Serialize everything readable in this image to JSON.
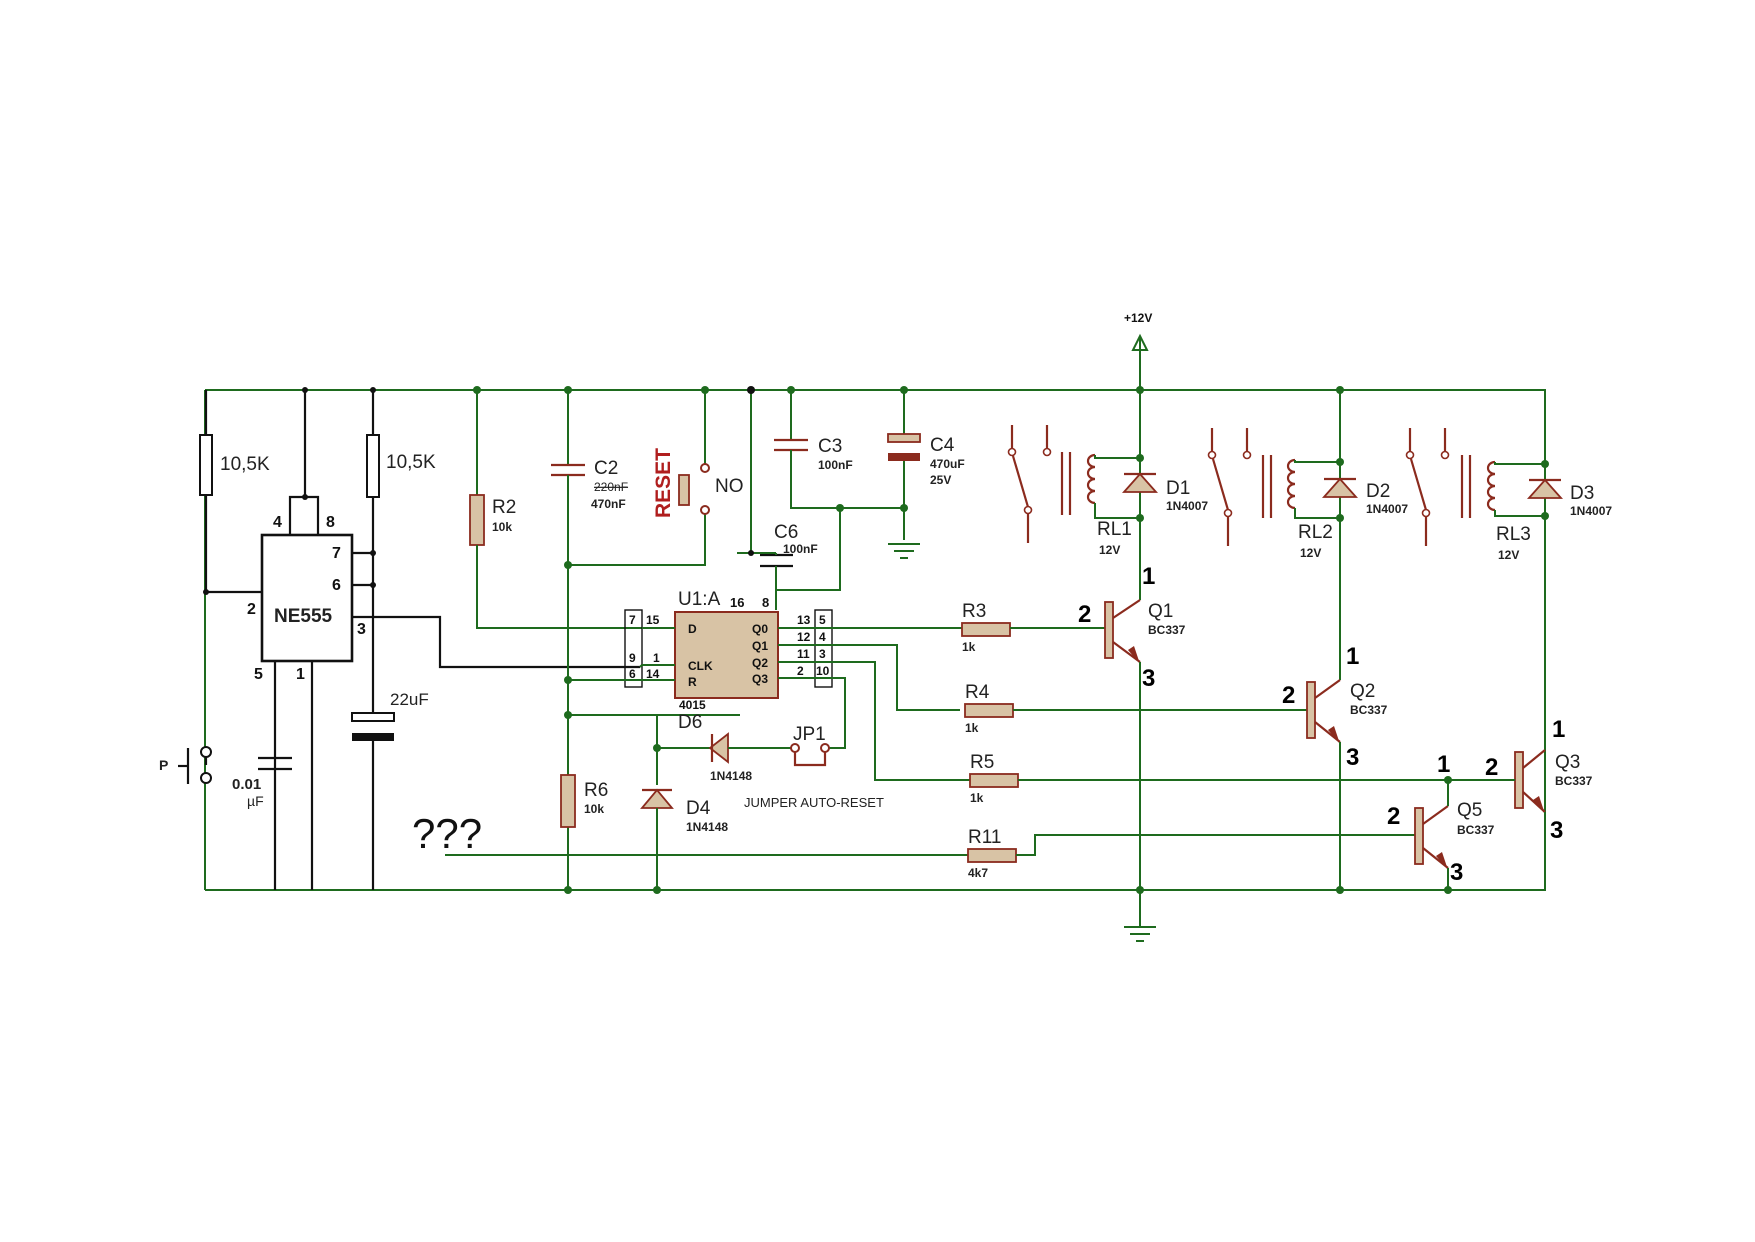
{
  "ne555": {
    "name": "NE555",
    "pins": [
      "4",
      "8",
      "7",
      "6",
      "2",
      "3",
      "5",
      "1"
    ],
    "r_top_left": "10,5K",
    "r_top_right": "10,5K",
    "cap_timing": "22uF",
    "cap_ctrl_value": "0.01",
    "cap_ctrl_unit": "µF",
    "button": "P"
  },
  "counter": {
    "name": "U1:A",
    "part": "4015",
    "pin_labels": [
      "D",
      "CLK",
      "R",
      "Q0",
      "Q1",
      "Q2",
      "Q3"
    ],
    "pin_nums_left": [
      "7",
      "15",
      "9",
      "1",
      "6",
      "14"
    ],
    "pin_nums_right": [
      "13",
      "5",
      "12",
      "4",
      "11",
      "3",
      "2",
      "10"
    ],
    "pin_top_16": "16",
    "pin_top_8": "8"
  },
  "components": {
    "r2": {
      "name": "R2",
      "value": "10k"
    },
    "c2": {
      "name": "C2",
      "value_struck": "220nF",
      "value": "470nF"
    },
    "reset": {
      "name": "RESET",
      "contact": "NO"
    },
    "c3": {
      "name": "C3",
      "value": "100nF"
    },
    "c4": {
      "name": "C4",
      "value": "470uF",
      "voltage": "25V"
    },
    "c6": {
      "name": "C6",
      "value": "100nF"
    },
    "r3": {
      "name": "R3",
      "value": "1k"
    },
    "r4": {
      "name": "R4",
      "value": "1k"
    },
    "r5": {
      "name": "R5",
      "value": "1k"
    },
    "r11": {
      "name": "R11",
      "value": "4k7"
    },
    "r6": {
      "name": "R6",
      "value": "10k"
    },
    "d4": {
      "name": "D4",
      "value": "1N4148"
    },
    "d6": {
      "name": "D6",
      "value": "1N4148"
    },
    "jp1": {
      "name": "JP1",
      "desc": "JUMPER AUTO-RESET"
    },
    "supply": "+12V",
    "unknown": "???"
  },
  "relays": [
    {
      "name": "RL1",
      "volt": "12V",
      "diode": "D1",
      "diode_value": "1N4007"
    },
    {
      "name": "RL2",
      "volt": "12V",
      "diode": "D2",
      "diode_value": "1N4007"
    },
    {
      "name": "RL3",
      "volt": "12V",
      "diode": "D3",
      "diode_value": "1N4007"
    }
  ],
  "transistors": [
    {
      "name": "Q1",
      "value": "BC337",
      "c": "1",
      "b": "2",
      "e": "3"
    },
    {
      "name": "Q2",
      "value": "BC337",
      "c": "1",
      "b": "2",
      "e": "3"
    },
    {
      "name": "Q3",
      "value": "BC337",
      "c": "1",
      "b": "2",
      "e": "3"
    },
    {
      "name": "Q5",
      "value": "BC337",
      "c": "1",
      "b": "2",
      "e": "3"
    }
  ]
}
